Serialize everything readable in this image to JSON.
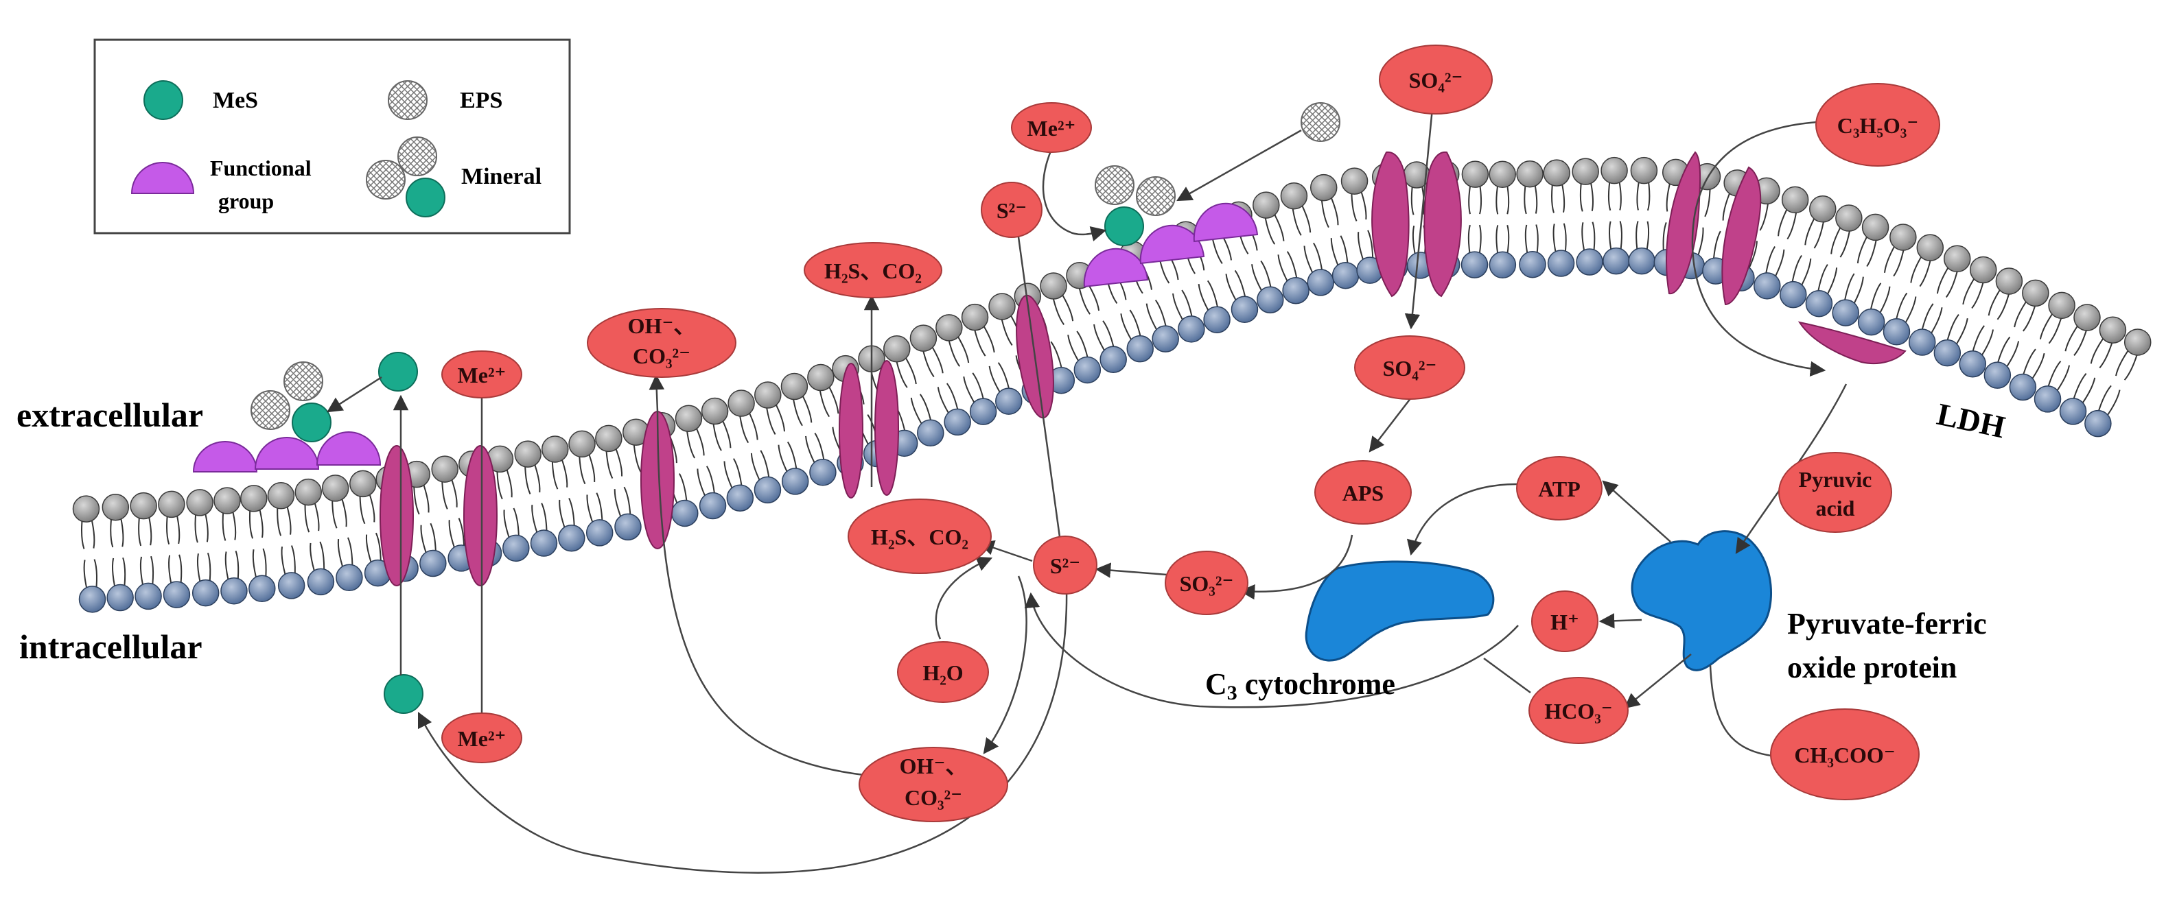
{
  "colors": {
    "chemical_fill": "#ee5a5a",
    "chemical_stroke": "#a83a3a",
    "mes": "#1aaa8c",
    "functional_group": "#c55ae8",
    "channel_protein": "#c0418a",
    "enzyme": "#1b86d8",
    "head_top": "#9a9a9a",
    "head_bottom": "#607aa0"
  },
  "legend": {
    "mes": "MeS",
    "eps": "EPS",
    "functional_group_line1": "Functional",
    "functional_group_line2": "group",
    "mineral": "Mineral"
  },
  "labels": {
    "extracellular": "extracellular",
    "intracellular": "intracellular",
    "ldh": "LDH",
    "c3_cytochrome_main": "C",
    "c3_cytochrome_sub": "3",
    "c3_cytochrome_rest": " cytochrome",
    "pyruvate_protein_line1": "Pyruvate-ferric",
    "pyruvate_protein_line2": "oxide protein"
  },
  "chemicals": {
    "me2_out_left": "Me²⁺",
    "me2_in_left": "Me²⁺",
    "oh_co3_out_line1": "OH⁻、",
    "oh_co3_out_line2": "CO₃²⁻",
    "h2s_co2_out": "H₂S、CO₂",
    "me2_top": "Me²⁺",
    "s2_top": "S²⁻",
    "so4_out": "SO₄²⁻",
    "so4_in": "SO₄²⁻",
    "lactate": "C₃H₅O₃⁻",
    "aps": "APS",
    "atp": "ATP",
    "pyruvic_line1": "Pyruvic",
    "pyruvic_line2": "acid",
    "h2s_co2_in": "H₂S、CO₂",
    "s2_in": "S²⁻",
    "so3": "SO₃²⁻",
    "h_plus": "H⁺",
    "h2o": "H₂O",
    "hco3": "HCO₃⁻",
    "oh_co3_in_line1": "OH⁻、",
    "oh_co3_in_line2": "CO₃²⁻",
    "acetate": "CH₃COO⁻"
  }
}
